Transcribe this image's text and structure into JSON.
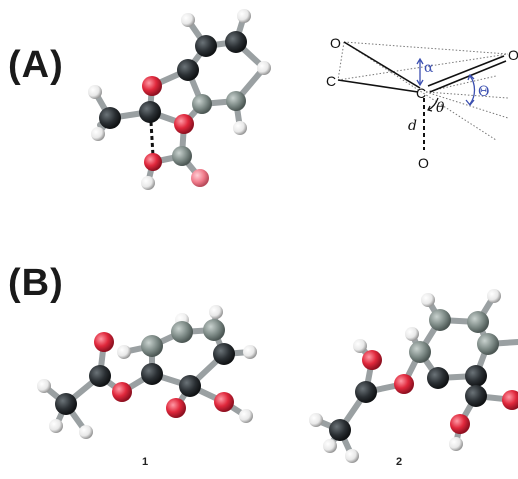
{
  "panels": {
    "a_label": "(A)",
    "b_label": "(B)"
  },
  "geometry_diagram": {
    "atoms": {
      "o_top_left": "O",
      "o_top_right": "O",
      "c_left": "C",
      "c_center": "C",
      "o_bottom": "O"
    },
    "symbols": {
      "alpha": "α",
      "theta_small": "θ",
      "theta_big": "Θ",
      "d": "d"
    }
  },
  "structures": {
    "s1_label": "1",
    "s2_label": "2"
  },
  "colors": {
    "carbon_dark": "#2a2f33",
    "carbon_grey": "#7d8a86",
    "oxygen": "#e0283c",
    "oxygen_light": "#f07a8a",
    "hydrogen": "#f2f2f2",
    "annotation_blue": "#3b4fb0"
  }
}
